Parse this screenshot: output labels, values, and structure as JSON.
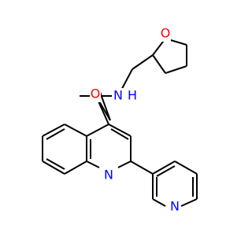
{
  "colors": {
    "background": "#ffffff",
    "bond": "#000000",
    "oxygen": "#ff0000",
    "nitrogen": "#0000ff"
  },
  "atoms": {
    "ring_oxygen": "O",
    "carbonyl_oxygen": "O",
    "amide_nitrogen": "N",
    "amide_hydrogen": "H",
    "quinoline_nitrogen": "N",
    "pyridine_nitrogen": "N"
  }
}
